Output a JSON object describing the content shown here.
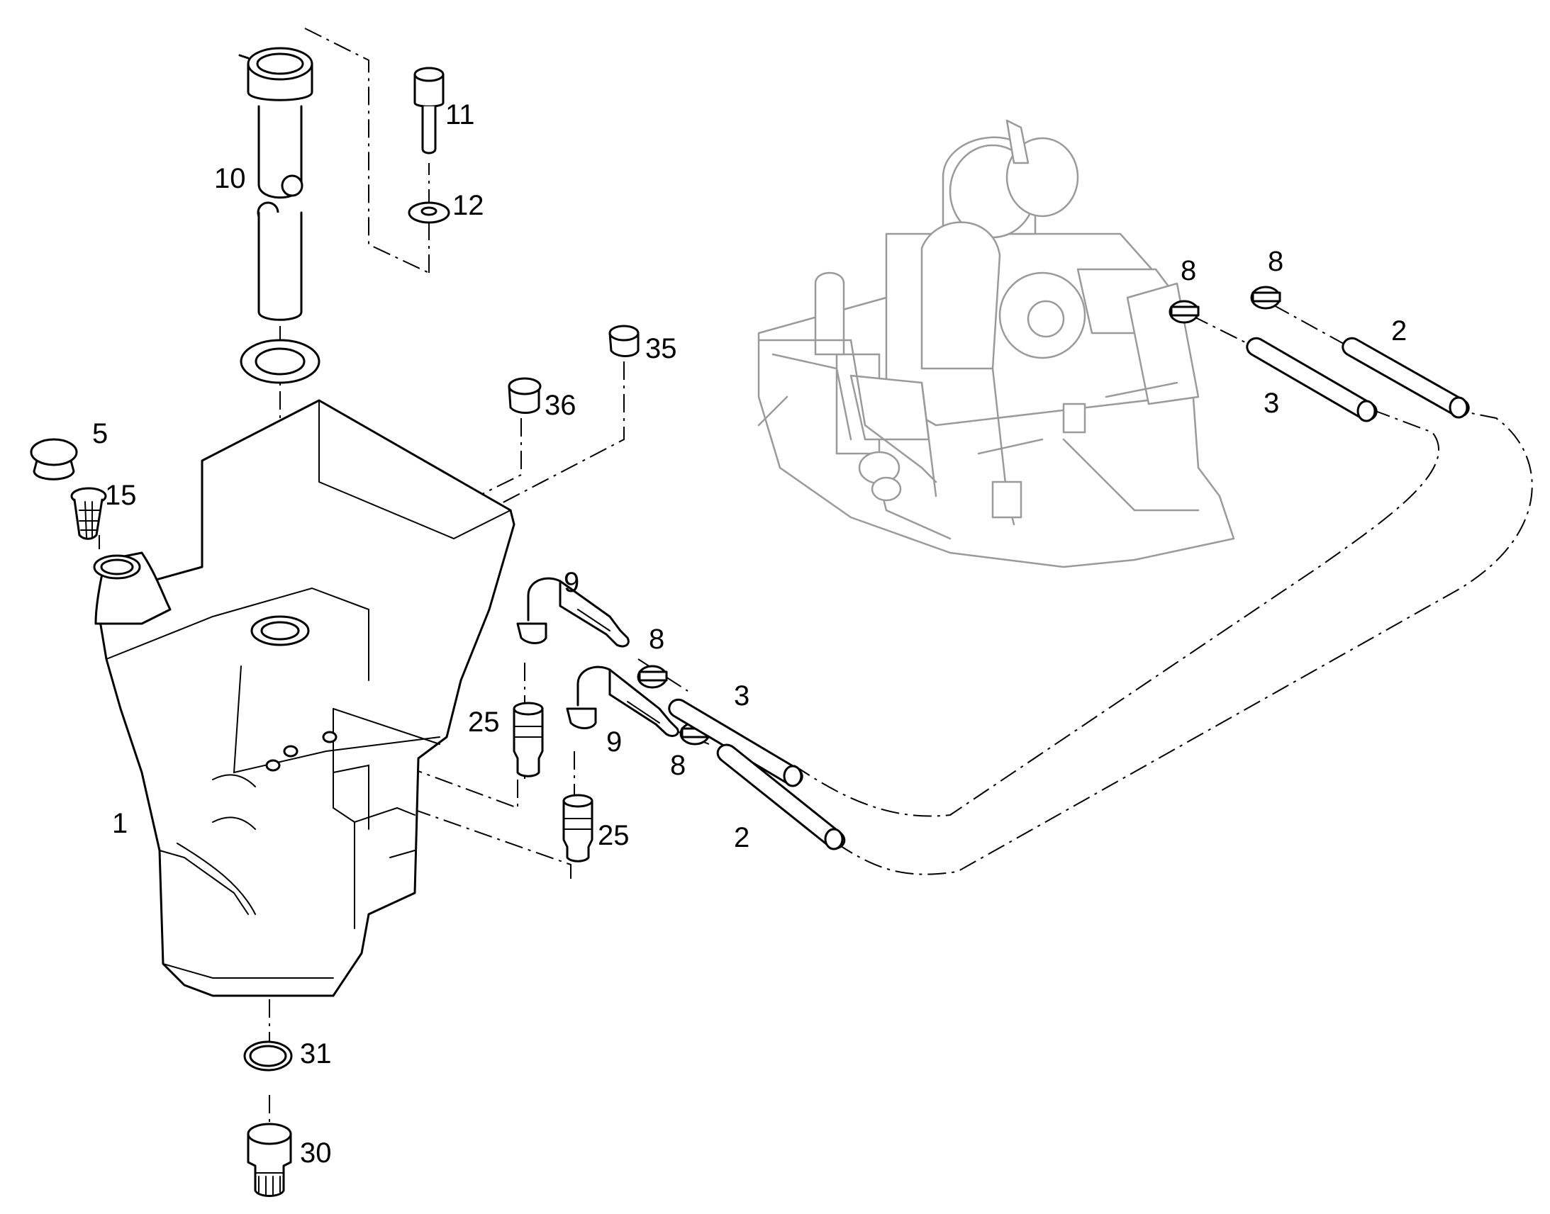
{
  "callouts": {
    "c1": "1",
    "c2a": "2",
    "c2b": "2",
    "c3a": "3",
    "c3b": "3",
    "c5": "5",
    "c8a": "8",
    "c8b": "8",
    "c8c": "8",
    "c8d": "8",
    "c9a": "9",
    "c9b": "9",
    "c10": "10",
    "c11": "11",
    "c12": "12",
    "c15": "15",
    "c25a": "25",
    "c25b": "25",
    "c30": "30",
    "c31": "31",
    "c35": "35",
    "c36": "36"
  },
  "colors": {
    "line": "#000000",
    "engine_outline": "#9a9a9a",
    "background": "#ffffff"
  }
}
